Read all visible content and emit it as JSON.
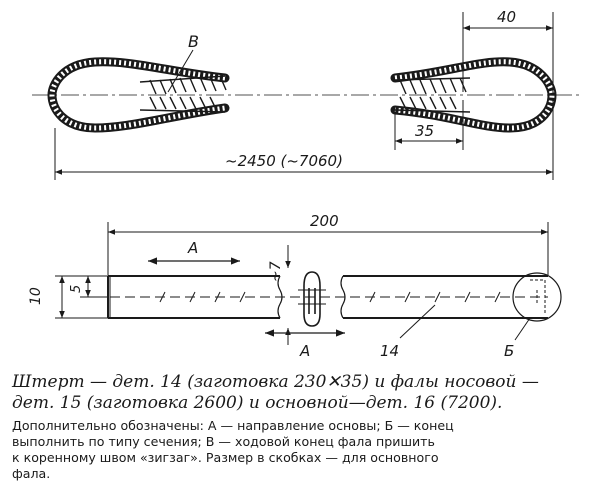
{
  "top_view": {
    "label_b_thimble": "В",
    "dim_40": "40",
    "dim_35": "35",
    "dim_total": "~2450 (~7060)"
  },
  "bottom_view": {
    "dim_200": "200",
    "dim_10": "10",
    "dim_5": "5",
    "dim_7": "~7",
    "arrow_a_top": "А",
    "arrow_a_bottom": "А",
    "part_14": "14",
    "detail_b": "Б"
  },
  "caption": {
    "main_lines": [
      "Штерт — дет. 14 (заготовка 230✕35) и фалы носовой —",
      "дет. 15 (заготовка 2600) и основной—дет. 16 (7200)."
    ],
    "note_lines": [
      "Дополнительно обозначены: А — направление основы; Б — конец",
      "выполнить по типу сечения; В — ходовой конец фала пришить",
      "к коренному швом «зигзаг». Размер в скобках — для основного",
      "фала."
    ]
  }
}
